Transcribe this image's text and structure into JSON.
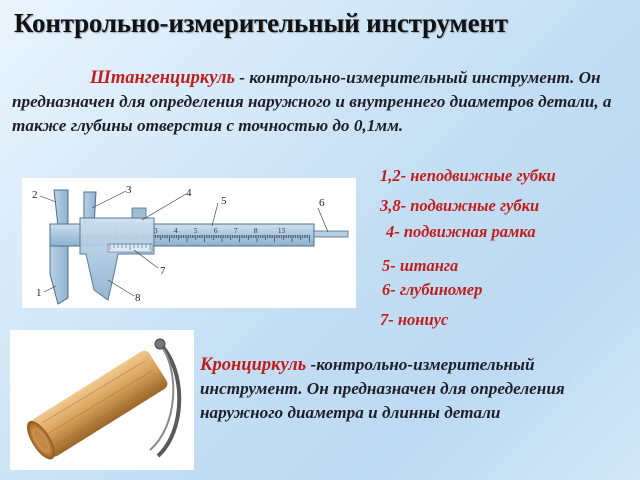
{
  "title": "Контрольно-измерительный инструмент",
  "caliper": {
    "term": "Штангенциркуль",
    "description": " - контрольно-измерительный инструмент. Он предназначен для определения наружного и внутреннего диаметров детали, а также глубины отверстия с точностью до 0,1мм.",
    "parts": [
      "1,2- неподвижные губки",
      "3,8- подвижные губки",
      "4- подвижная рамка",
      "5- штанга",
      "6- глубиномер",
      "7- нониус"
    ],
    "diagram_numbers": [
      "1",
      "2",
      "3",
      "4",
      "5",
      "6",
      "7",
      "8"
    ],
    "scale_numbers": [
      "1",
      "2",
      "3",
      "4",
      "5",
      "6",
      "7",
      "8",
      "13"
    ]
  },
  "outside_caliper": {
    "term": "Кронциркуль",
    "description": " -контрольно-измерительный инструмент. Он предназначен для определения наружного диаметра и длинны детали"
  },
  "colors": {
    "title": "#111111",
    "term": "#c21d1d",
    "body_text": "#1f1f2c",
    "caliper_steel": "#a9c6df",
    "wood": "#d29a52"
  }
}
